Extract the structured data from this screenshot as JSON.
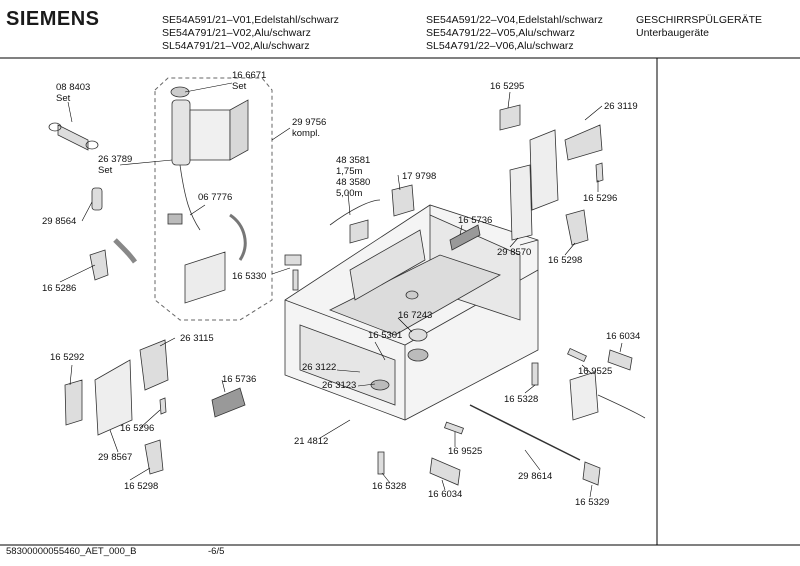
{
  "header": {
    "brand": "SIEMENS",
    "models_left": [
      "SE54A591/21–V01,Edelstahl/schwarz",
      "SE54A791/21–V02,Alu/schwarz",
      "SL54A791/21–V02,Alu/schwarz"
    ],
    "models_right": [
      "SE54A591/22–V04,Edelstahl/schwarz",
      "SE54A791/22–V05,Alu/schwarz",
      "SL54A791/22–V06,Alu/schwarz"
    ],
    "category_line1": "GESCHIRRSPÜLGERÄTE",
    "category_line2": "Unterbaugeräte"
  },
  "parts": {
    "p088403": "08 8403",
    "p088403_note": "Set",
    "p166671": "16 6671",
    "p166671_note": "Set",
    "p299756": "29 9756",
    "p299756_note": "kompl.",
    "p263789": "26 3789",
    "p263789_note": "Set",
    "p067776": "06 7776",
    "p298564": "29 8564",
    "p165286": "16 5286",
    "p165330": "16 5330",
    "p483581": "48 3581",
    "p483581_len": "1,75m",
    "p483580": "48 3580",
    "p483580_len": "5,00m",
    "p179798": "17 9798",
    "p165295": "16 5295",
    "p263119": "26 3119",
    "p165296a": "16 5296",
    "p165736a": "16 5736",
    "p298570": "29 8570",
    "p165298a": "16 5298",
    "p165292": "16 5292",
    "p263115": "26 3115",
    "p165736b": "16 5736",
    "p165296b": "16 5296",
    "p298567": "29 8567",
    "p165298b": "16 5298",
    "p167243": "16 7243",
    "p165301": "16 5301",
    "p263122": "26 3122",
    "p263123": "26 3123",
    "p214812": "21 4812",
    "p166034a": "16 6034",
    "p169525a": "16 9525",
    "p165328a": "16 5328",
    "p169525b": "16 9525",
    "p298614": "29 8614",
    "p165328b": "16 5328",
    "p166034b": "16 6034",
    "p165329": "16 5329"
  },
  "footer": {
    "doc_id": "58300000055460_AET_000_B",
    "page": "-6/5"
  }
}
